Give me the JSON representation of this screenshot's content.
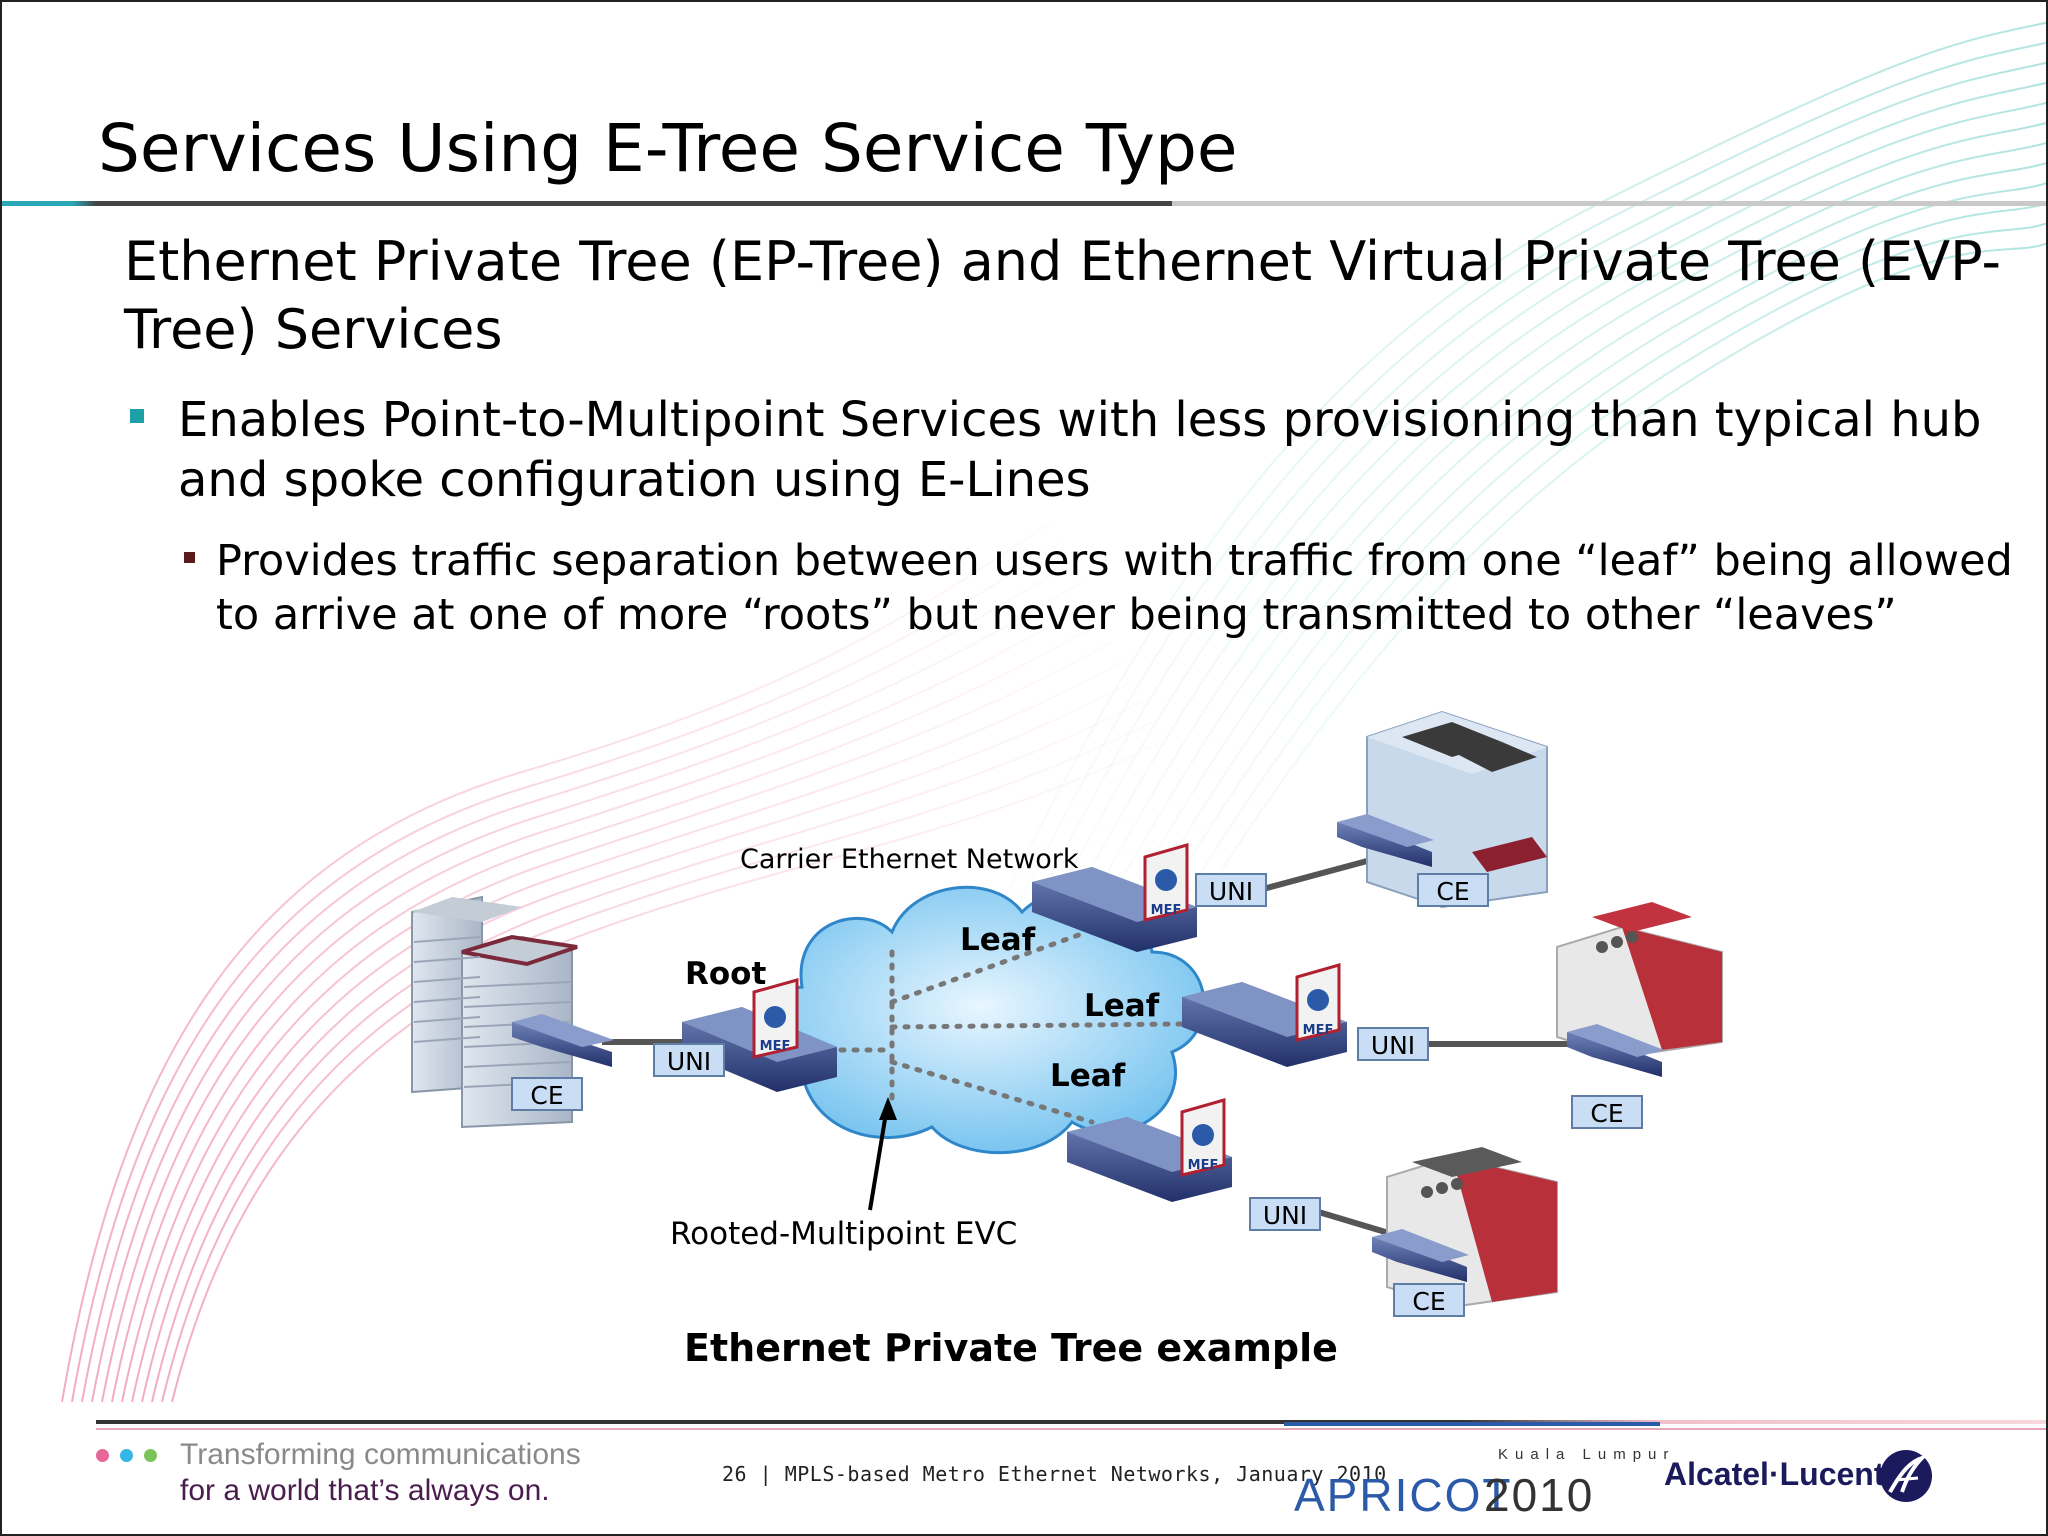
{
  "slide": {
    "title": "Services Using E-Tree Service Type",
    "subtitle": "Ethernet Private Tree (EP-Tree) and Ethernet Virtual Private Tree (EVP-Tree) Services",
    "bullet1": "Enables Point-to-Multipoint Services with less provisioning than typical hub and spoke configuration using E-Lines",
    "bullet2": "Provides traffic separation between users with traffic from one “leaf” being allowed to arrive at one of more “roots” but never being transmitted to other “leaves”"
  },
  "diagram": {
    "network_label": "Carrier Ethernet Network",
    "root_label": "Root",
    "leaf_labels": [
      "Leaf",
      "Leaf",
      "Leaf"
    ],
    "uni_label": "UNI",
    "ce_label": "CE",
    "mef_label": "MEF",
    "evc_label": "Rooted-Multipoint EVC",
    "caption": "Ethernet Private Tree example"
  },
  "footer": {
    "tagline_line1": "Transforming communications",
    "tagline_line2": "for a world that’s always on.",
    "page_info": "26 | MPLS-based Metro Ethernet Networks, January 2010",
    "event_name": "APRICOT",
    "event_year": "2010",
    "event_city": "Kuala Lumpur",
    "brand": "Alcatel·Lucent"
  },
  "colors": {
    "accent_teal": "#1d9fa8",
    "cloud_blue": "#7ec8f0",
    "device_navy": "#283a70",
    "uni_box": "#c9def5",
    "brand_navy": "#1a1a5c"
  }
}
